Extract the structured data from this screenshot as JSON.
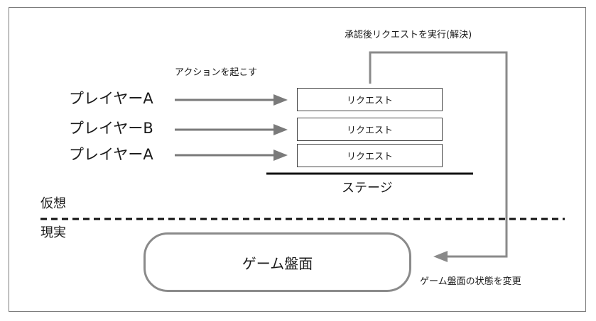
{
  "top_note": "承認後リクエストを実行(解決)",
  "action_label": "アクションを起こす",
  "players": [
    "プレイヤーA",
    "プレイヤーB",
    "プレイヤーA"
  ],
  "requests": [
    "リクエスト",
    "リクエスト",
    "リクエスト"
  ],
  "stage_label": "ステージ",
  "virtual_label": "仮想",
  "real_label": "現実",
  "board_label": "ゲーム盤面",
  "change_note": "ゲーム盤面の状態を変更"
}
